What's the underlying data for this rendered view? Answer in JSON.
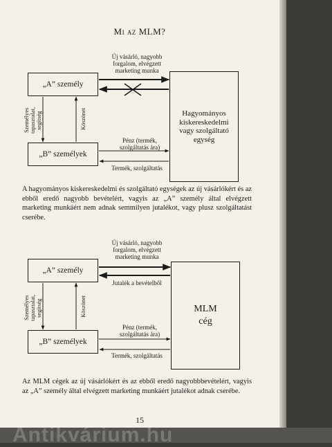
{
  "title": "Mi az MLM?",
  "diagram1": {
    "a_person": "„A” személy",
    "b_persons": "„B” személyek",
    "traditional_unit": "Hagyományos kiskereskedelmi vagy szolgáltató egység",
    "top_label": [
      "Új vásárló, nagyobb",
      "forgalom, elvégzett",
      "marketing munka"
    ],
    "left_label": [
      "Személyes",
      "tapasztalat,",
      "segítség"
    ],
    "right_label": "Köszönet",
    "money_label": [
      "Pénz (termék,",
      "szolgáltatás ára)"
    ],
    "product_label": "Termék, szolgáltatás"
  },
  "paragraph1": "A hagyományos kiskereskedelmi és szolgáltató egységek az új vásárlókért és az ebből eredő nagyobb bevételért, vagyis az „A” személy által elvégzett marketing munkáért nem adnak semmilyen jutalékot, vagy plusz szolgáltatást cserébe.",
  "diagram2": {
    "a_person": "„A” személy",
    "b_persons": "„B” személyek",
    "company_line1": "MLM",
    "company_line2": "cég",
    "top_label": [
      "Új vásárló, nagyobb",
      "forgalom, elvégzett",
      "marketing munka"
    ],
    "commission_label": "Jutalék a bevételből",
    "left_label": [
      "Személyes",
      "tapasztalat,",
      "segítség"
    ],
    "right_label": "Köszönet",
    "money_label": [
      "Pénz (termék,",
      "szolgáltatás ára)"
    ],
    "product_label": "Termék, szolgáltatás"
  },
  "paragraph2": "Az MLM cégek az új vásárlókért és az ebből eredő nagyobbbevételért, vagyis az „A” személy által elvégzett marketing munkáért jutalékot adnak cserébe.",
  "page_number": "15",
  "watermark": "Antikvárium.hu"
}
